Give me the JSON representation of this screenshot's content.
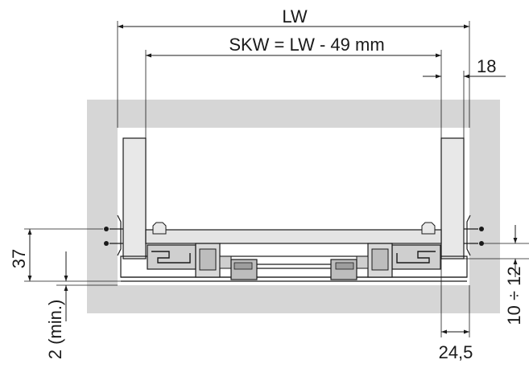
{
  "colors": {
    "cabinet": "#d6d6d6",
    "interior": "#ffffff",
    "side_panel": "#e8e8e8",
    "bottom_panel": "#e4e4e4",
    "runner": "#cfcfcf",
    "line": "#1a1a1a"
  },
  "labels": {
    "lw": "LW",
    "skw": "SKW = LW - 49 mm",
    "side_18": "18",
    "height_37": "37",
    "min_2": "2 (min.)",
    "range_10_12": "10 ÷ 12",
    "offset_24_5": "24,5"
  }
}
